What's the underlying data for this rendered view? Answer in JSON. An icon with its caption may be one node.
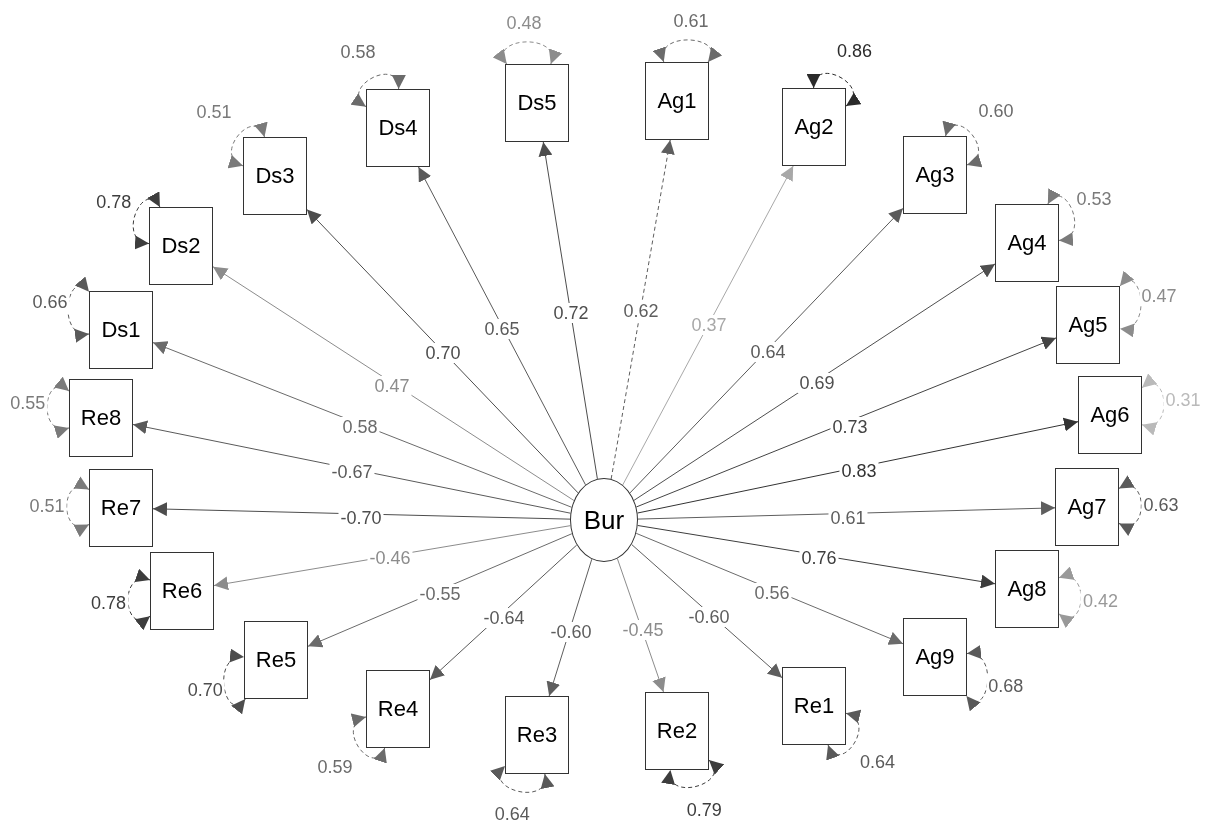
{
  "diagram": {
    "nodes": [
      {
        "text": [
          "Bur"
        ]
      },
      {
        "text": [
          "Ds1"
        ]
      },
      {
        "text": [
          "Ds2"
        ]
      },
      {
        "text": [
          "Ds3"
        ]
      },
      {
        "text": [
          "Ds4"
        ]
      },
      {
        "text": [
          "Ds5"
        ]
      },
      {
        "text": [
          "Ag1"
        ]
      },
      {
        "text": [
          "Ag2"
        ]
      },
      {
        "text": [
          "Ag3"
        ]
      },
      {
        "text": [
          "Ag4"
        ]
      },
      {
        "text": [
          "Ag5"
        ]
      },
      {
        "text": [
          "Ag6"
        ]
      },
      {
        "text": [
          "Ag7"
        ]
      },
      {
        "text": [
          "Ag8"
        ]
      },
      {
        "text": [
          "Ag9"
        ]
      },
      {
        "text": [
          "Re1"
        ]
      },
      {
        "text": [
          "Re2"
        ]
      },
      {
        "text": [
          "Re3"
        ]
      },
      {
        "text": [
          "Re4"
        ]
      },
      {
        "text": [
          "Re5"
        ]
      },
      {
        "text": [
          "Re6"
        ]
      },
      {
        "text": [
          "Re7"
        ]
      },
      {
        "text": [
          "Re8"
        ]
      }
    ],
    "edges": [
      {
        "from": 0,
        "to": 1,
        "arrow": "to",
        "label": "0.58",
        "color": "#6b6b6b"
      },
      {
        "from": 0,
        "to": 2,
        "arrow": "to",
        "label": "0.47",
        "color": "#8c8c8c"
      },
      {
        "from": 0,
        "to": 3,
        "arrow": "to",
        "label": "0.70",
        "color": "#4d4d4d"
      },
      {
        "from": 0,
        "to": 4,
        "arrow": "to",
        "label": "0.65",
        "color": "#5a5a5a"
      },
      {
        "from": 0,
        "to": 5,
        "arrow": "to",
        "label": "0.72",
        "color": "#4d4d4d"
      },
      {
        "from": 0,
        "to": 6,
        "arrow": "to",
        "label": "0.62",
        "color": "#5e5e5e",
        "style": "dashed"
      },
      {
        "from": 0,
        "to": 7,
        "arrow": "to",
        "label": "0.37",
        "color": "#a8a8a8"
      },
      {
        "from": 0,
        "to": 8,
        "arrow": "to",
        "label": "0.64",
        "color": "#5a5a5a"
      },
      {
        "from": 0,
        "to": 9,
        "arrow": "to",
        "label": "0.69",
        "color": "#4f4f4f"
      },
      {
        "from": 0,
        "to": 10,
        "arrow": "to",
        "label": "0.73",
        "color": "#444444"
      },
      {
        "from": 0,
        "to": 11,
        "arrow": "to",
        "label": "0.83",
        "color": "#333333"
      },
      {
        "from": 0,
        "to": 12,
        "arrow": "to",
        "label": "0.61",
        "color": "#5e5e5e"
      },
      {
        "from": 0,
        "to": 13,
        "arrow": "to",
        "label": "0.76",
        "color": "#3d3d3d"
      },
      {
        "from": 0,
        "to": 14,
        "arrow": "to",
        "label": "0.56",
        "color": "#6b6b6b"
      },
      {
        "from": 0,
        "to": 15,
        "arrow": "to",
        "label": "-0.60",
        "color": "#5e5e5e"
      },
      {
        "from": 0,
        "to": 16,
        "arrow": "to",
        "label": "-0.45",
        "color": "#8c8c8c"
      },
      {
        "from": 0,
        "to": 17,
        "arrow": "to",
        "label": "-0.60",
        "color": "#5e5e5e"
      },
      {
        "from": 0,
        "to": 18,
        "arrow": "to",
        "label": "-0.64",
        "color": "#5a5a5a"
      },
      {
        "from": 0,
        "to": 19,
        "arrow": "to",
        "label": "-0.55",
        "color": "#6b6b6b"
      },
      {
        "from": 0,
        "to": 20,
        "arrow": "to",
        "label": "-0.46",
        "color": "#8c8c8c"
      },
      {
        "from": 0,
        "to": 21,
        "arrow": "to",
        "label": "-0.70",
        "color": "#4d4d4d"
      },
      {
        "from": 0,
        "to": 22,
        "arrow": "to",
        "label": "-0.67",
        "color": "#5a5a5a"
      },
      {
        "from": 1,
        "to": 1,
        "arrow": "both",
        "label": "0.66",
        "color": "#5a5a5a",
        "style": "dashed"
      },
      {
        "from": 2,
        "to": 2,
        "arrow": "both",
        "label": "0.78",
        "color": "#3d3d3d",
        "style": "dashed"
      },
      {
        "from": 3,
        "to": 3,
        "arrow": "both",
        "label": "0.51",
        "color": "#7a7a7a",
        "style": "dashed"
      },
      {
        "from": 4,
        "to": 4,
        "arrow": "both",
        "label": "0.58",
        "color": "#6b6b6b",
        "style": "dashed"
      },
      {
        "from": 5,
        "to": 5,
        "arrow": "both",
        "label": "0.48",
        "color": "#8c8c8c",
        "style": "dashed"
      },
      {
        "from": 6,
        "to": 6,
        "arrow": "both",
        "label": "0.61",
        "color": "#6b6b6b",
        "style": "dashed"
      },
      {
        "from": 7,
        "to": 7,
        "arrow": "both",
        "label": "0.86",
        "color": "#2b2b2b",
        "style": "dashed"
      },
      {
        "from": 8,
        "to": 8,
        "arrow": "both",
        "label": "0.60",
        "color": "#6b6b6b",
        "style": "dashed"
      },
      {
        "from": 9,
        "to": 9,
        "arrow": "both",
        "label": "0.53",
        "color": "#7a7a7a",
        "style": "dashed"
      },
      {
        "from": 10,
        "to": 10,
        "arrow": "both",
        "label": "0.47",
        "color": "#8c8c8c",
        "style": "dashed"
      },
      {
        "from": 11,
        "to": 11,
        "arrow": "both",
        "label": "0.31",
        "color": "#bababa",
        "style": "dashed"
      },
      {
        "from": 12,
        "to": 12,
        "arrow": "both",
        "label": "0.63",
        "color": "#5a5a5a",
        "style": "dashed"
      },
      {
        "from": 13,
        "to": 13,
        "arrow": "both",
        "label": "0.42",
        "color": "#999999",
        "style": "dashed"
      },
      {
        "from": 14,
        "to": 14,
        "arrow": "both",
        "label": "0.68",
        "color": "#5a5a5a",
        "style": "dashed"
      },
      {
        "from": 15,
        "to": 15,
        "arrow": "both",
        "label": "0.64",
        "color": "#5a5a5a",
        "style": "dashed"
      },
      {
        "from": 16,
        "to": 16,
        "arrow": "both",
        "label": "0.79",
        "color": "#3d3d3d",
        "style": "dashed"
      },
      {
        "from": 17,
        "to": 17,
        "arrow": "both",
        "label": "0.64",
        "color": "#5a5a5a",
        "style": "dashed"
      },
      {
        "from": 18,
        "to": 18,
        "arrow": "both",
        "label": "0.59",
        "color": "#6b6b6b",
        "style": "dashed"
      },
      {
        "from": 19,
        "to": 19,
        "arrow": "both",
        "label": "0.70",
        "color": "#4d4d4d",
        "style": "dashed"
      },
      {
        "from": 20,
        "to": 20,
        "arrow": "both",
        "label": "0.78",
        "color": "#3d3d3d",
        "style": "dashed"
      },
      {
        "from": 21,
        "to": 21,
        "arrow": "both",
        "label": "0.51",
        "color": "#7a7a7a",
        "style": "dashed"
      },
      {
        "from": 22,
        "to": 22,
        "arrow": "both",
        "label": "0.55",
        "color": "#7a7a7a",
        "style": "dashed"
      }
    ]
  }
}
